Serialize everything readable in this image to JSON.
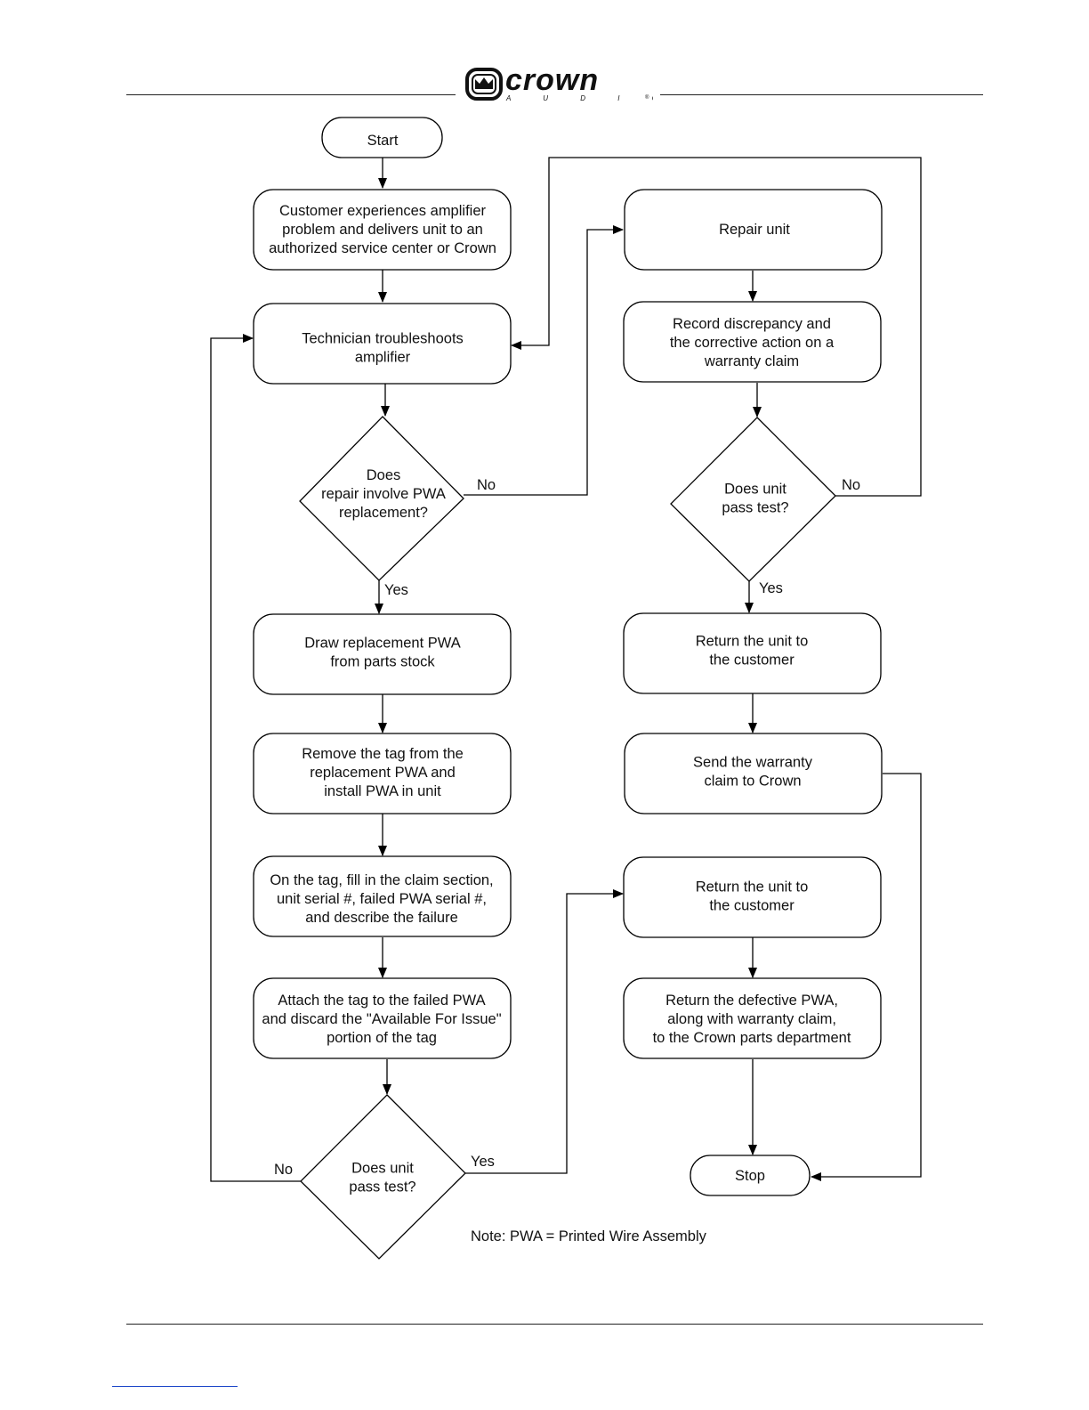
{
  "header": {
    "brand": "crown",
    "brand_sub": "A U D I O",
    "reg_mark": "®"
  },
  "nodes": {
    "start": [
      "Start"
    ],
    "customer": [
      "Customer experiences amplifier",
      "problem and delivers unit to an",
      "authorized service center or Crown"
    ],
    "technician": [
      "Technician troubleshoots",
      "amplifier"
    ],
    "decision_pwa": [
      "Does",
      "repair involve PWA",
      "replacement?"
    ],
    "draw": [
      "Draw replacement PWA",
      "from parts stock"
    ],
    "remove_tag": [
      "Remove the tag from the",
      "replacement PWA and",
      "install PWA in unit"
    ],
    "fill_tag": [
      "On the tag, fill in the claim section,",
      "unit serial #, failed PWA serial #,",
      "and describe the failure"
    ],
    "attach_tag": [
      "Attach the tag to the failed PWA",
      "and discard the \"Available For Issue\"",
      "portion of the tag"
    ],
    "decision_test_left": [
      "Does unit",
      "pass test?"
    ],
    "repair": [
      "Repair unit"
    ],
    "record": [
      "Record discrepancy and",
      "the corrective action on a",
      "warranty claim"
    ],
    "decision_test_right": [
      "Does unit",
      "pass test?"
    ],
    "return1": [
      "Return the unit to",
      "the customer"
    ],
    "send_claim": [
      "Send the warranty",
      "claim to Crown"
    ],
    "return2": [
      "Return the unit to",
      "the customer"
    ],
    "return_pwa": [
      "Return the defective PWA,",
      "along with warranty claim,",
      "to the Crown parts department"
    ],
    "stop": [
      "Stop"
    ]
  },
  "labels": {
    "pwa_no": "No",
    "pwa_yes": "Yes",
    "test_right_no": "No",
    "test_right_yes": "Yes",
    "test_left_no": "No",
    "test_left_yes": "Yes"
  },
  "note": "Note: PWA = Printed Wire Assembly"
}
